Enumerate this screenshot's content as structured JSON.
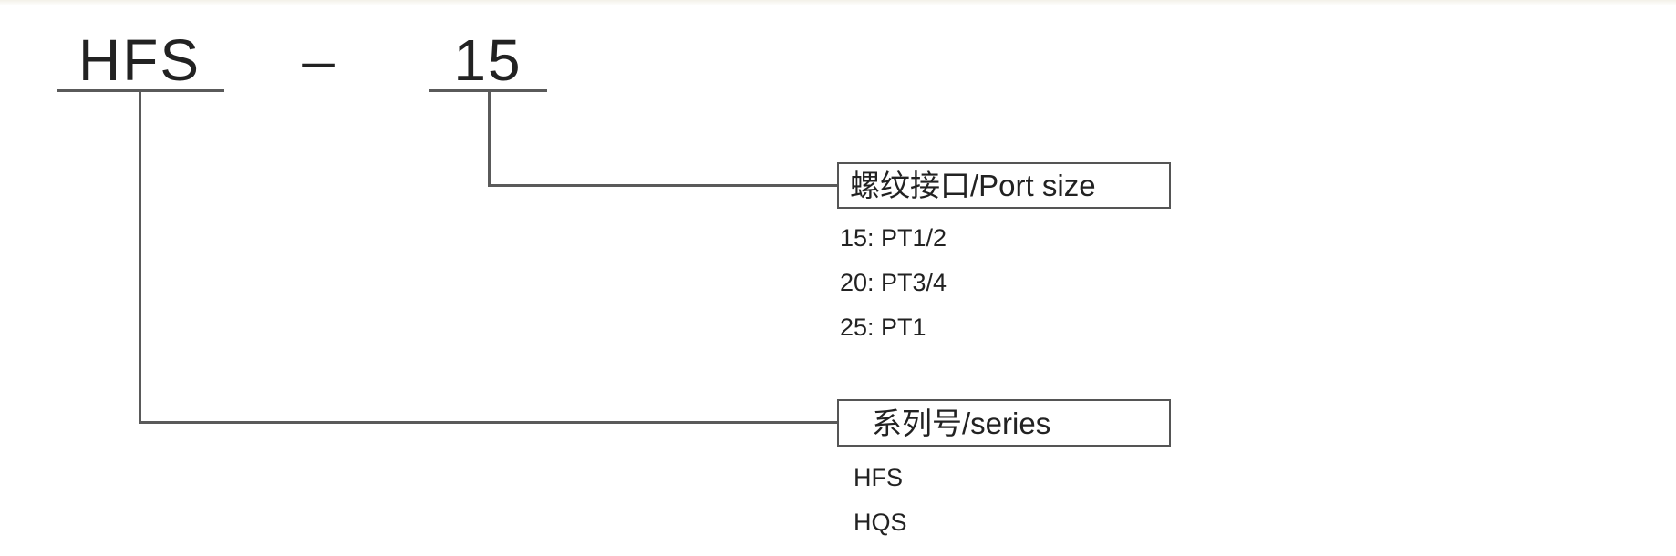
{
  "model_code": {
    "prefix": "HFS",
    "separator": "–",
    "port_code": "15"
  },
  "port_size": {
    "title": "螺纹接口/Port size",
    "options": [
      "15: PT1/2",
      "20: PT3/4",
      "25: PT1"
    ]
  },
  "series": {
    "title": "系列号/series",
    "options": [
      "HFS",
      "HQS"
    ]
  }
}
